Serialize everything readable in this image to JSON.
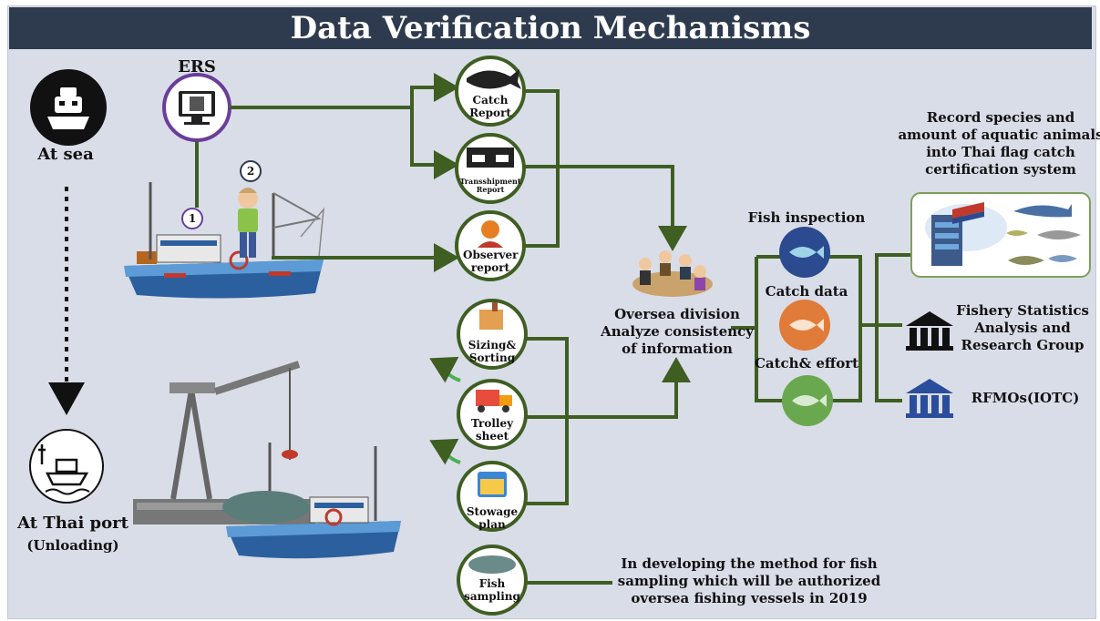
{
  "title": "Data Verification Mechanisms",
  "left": {
    "at_sea": "At sea",
    "at_port": "At Thai port",
    "unloading": "(Unloading)"
  },
  "ers_label": "ERS",
  "markers": {
    "one": "1",
    "two": "2"
  },
  "sea_reports": [
    {
      "lines": [
        "Catch",
        "Report"
      ]
    },
    {
      "lines": [
        "Transshipment",
        "Report"
      ]
    },
    {
      "lines": [
        "Observer",
        "report"
      ]
    }
  ],
  "port_steps": [
    {
      "lines": [
        "Sizing&",
        "Sorting"
      ]
    },
    {
      "lines": [
        "Trolley",
        "sheet"
      ]
    },
    {
      "lines": [
        "Stowage",
        "plan"
      ]
    },
    {
      "lines": [
        "Fish",
        "sampling"
      ]
    }
  ],
  "oversea": [
    "Oversea division",
    "Analyze consistency",
    "of information"
  ],
  "fish_checks": [
    "Fish inspection",
    "Catch data",
    "Catch& effort"
  ],
  "record": [
    "Record species and",
    "amount of aquatic animals",
    "into Thai flag catch",
    "certification system"
  ],
  "outputs": {
    "fishery": [
      "Fishery Statistics",
      "Analysis and",
      "Research Group"
    ],
    "rfmo": "RFMOs(IOTC)"
  },
  "note": [
    "In developing the method for fish",
    "sampling which will be authorized",
    "oversea fishing vessels in 2019"
  ],
  "colors": {
    "title_bg": "#2e3b4e",
    "panel_bg": "#d9dde8",
    "line": "#3f5e22",
    "fish_blue": "#2b4a8f",
    "fish_orange": "#e07b39",
    "fish_green": "#6aa84f",
    "bank_blue": "#2a4d9c"
  },
  "icons": [
    "ship-icon",
    "port-icon",
    "ers-computer-icon",
    "tuna-icon",
    "transshipment-icon",
    "observer-icon",
    "factory-icon",
    "truck-icon",
    "calendar-icon",
    "fish-pile-icon",
    "meeting-icon",
    "fish-icon",
    "server-icon",
    "bank-icon"
  ]
}
